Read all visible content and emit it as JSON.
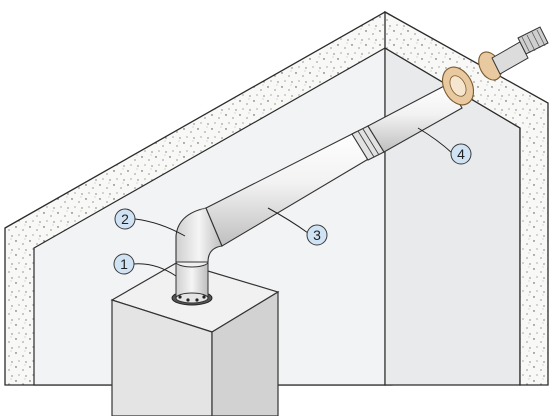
{
  "diagram": {
    "callouts": [
      {
        "id": "1",
        "label": "1"
      },
      {
        "id": "2",
        "label": "2"
      },
      {
        "id": "3",
        "label": "3"
      },
      {
        "id": "4",
        "label": "4"
      }
    ]
  },
  "colors": {
    "wall_fill": "#f7f7f7",
    "wall_edge": "#2b2b2b",
    "interior_shade": "#e9eaec",
    "pipe_light": "#f4f4f4",
    "pipe_shadow": "#c9c9c9",
    "flange": "#e8c9a0",
    "callout_fill": "#cfe3f5",
    "callout_stroke": "#3a3a3a"
  }
}
